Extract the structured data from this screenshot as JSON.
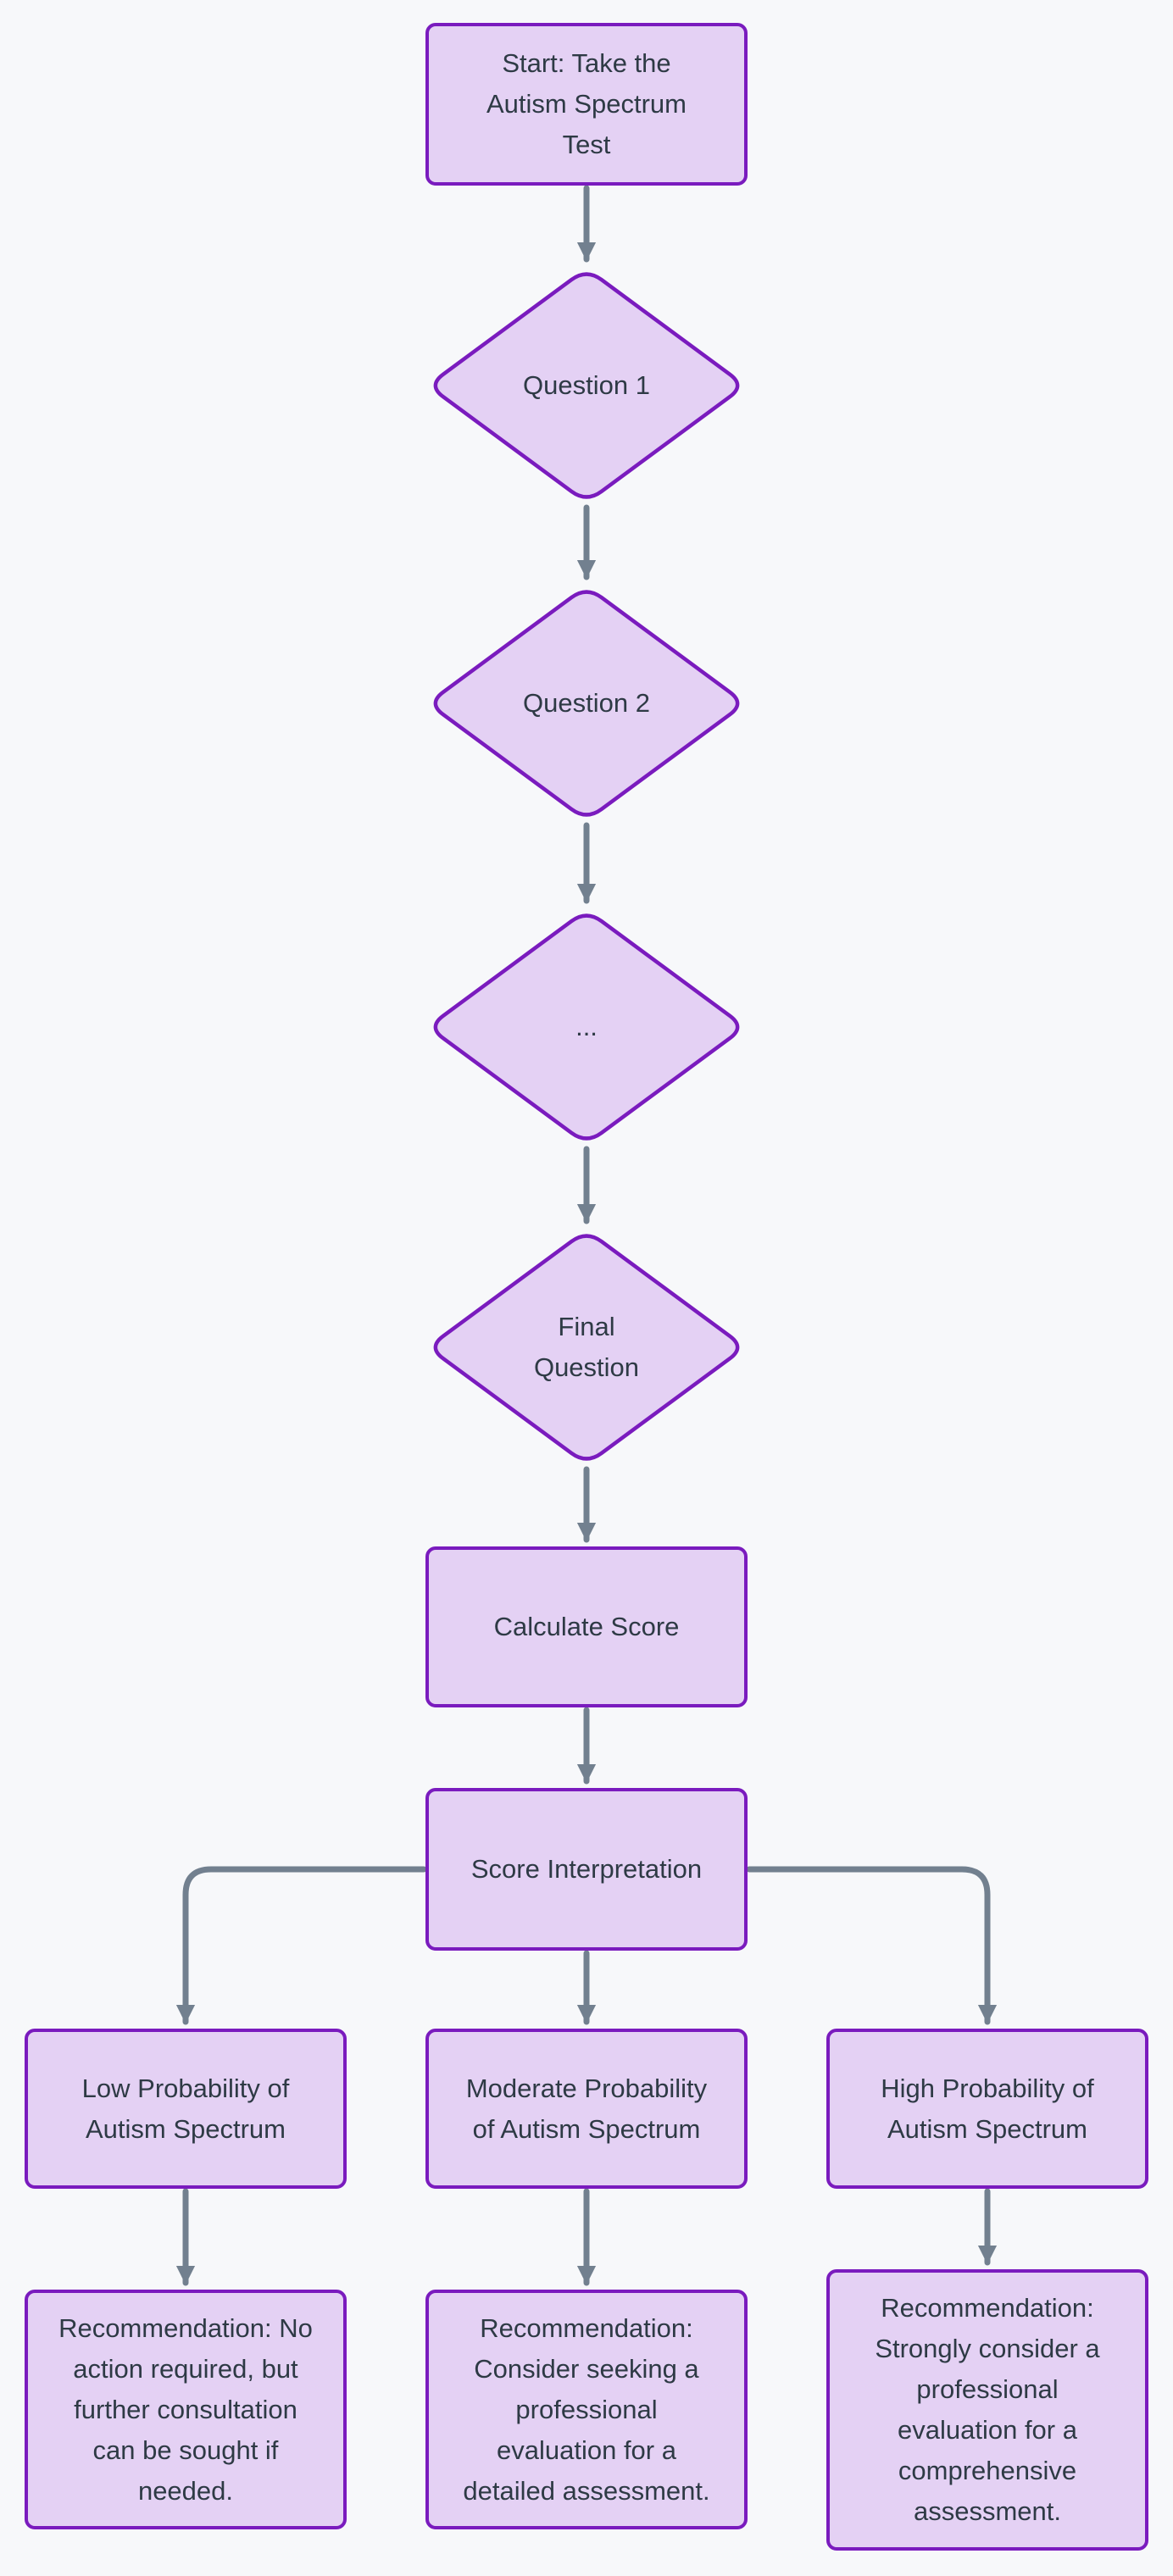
{
  "diagram": {
    "type": "flowchart",
    "direction": "top-down",
    "colors": {
      "background": "#f7f8fa",
      "node_fill": "#e4d1f4",
      "node_border": "#7a1bbe",
      "edge": "#72808f",
      "text": "#2e3a45"
    },
    "nodes": {
      "start": {
        "shape": "rounded-rect",
        "label": "Start: Take the\nAutism Spectrum\nTest"
      },
      "question1": {
        "shape": "diamond",
        "label": "Question 1"
      },
      "question2": {
        "shape": "diamond",
        "label": "Question 2"
      },
      "ellipsis": {
        "shape": "diamond",
        "label": "..."
      },
      "final_question": {
        "shape": "diamond",
        "label": "Final\nQuestion"
      },
      "calculate_score": {
        "shape": "rounded-rect",
        "label": "Calculate Score"
      },
      "score_interpretation": {
        "shape": "rounded-rect",
        "label": "Score Interpretation"
      },
      "low_probability": {
        "shape": "rounded-rect",
        "label": "Low Probability of\nAutism Spectrum"
      },
      "moderate_probability": {
        "shape": "rounded-rect",
        "label": "Moderate Probability\nof Autism Spectrum"
      },
      "high_probability": {
        "shape": "rounded-rect",
        "label": "High Probability of\nAutism Spectrum"
      },
      "low_recommendation": {
        "shape": "rounded-rect",
        "label": "Recommendation: No\naction required, but\nfurther consultation\ncan be sought if\nneeded."
      },
      "moderate_recommendation": {
        "shape": "rounded-rect",
        "label": "Recommendation:\nConsider seeking a\nprofessional\nevaluation for a\ndetailed assessment."
      },
      "high_recommendation": {
        "shape": "rounded-rect",
        "label": "Recommendation:\nStrongly consider a\nprofessional\nevaluation for a\ncomprehensive\nassessment."
      }
    },
    "edges": [
      {
        "from": "start",
        "to": "question1"
      },
      {
        "from": "question1",
        "to": "question2"
      },
      {
        "from": "question2",
        "to": "ellipsis"
      },
      {
        "from": "ellipsis",
        "to": "final_question"
      },
      {
        "from": "final_question",
        "to": "calculate_score"
      },
      {
        "from": "calculate_score",
        "to": "score_interpretation"
      },
      {
        "from": "score_interpretation",
        "to": "low_probability"
      },
      {
        "from": "score_interpretation",
        "to": "moderate_probability"
      },
      {
        "from": "score_interpretation",
        "to": "high_probability"
      },
      {
        "from": "low_probability",
        "to": "low_recommendation"
      },
      {
        "from": "moderate_probability",
        "to": "moderate_recommendation"
      },
      {
        "from": "high_probability",
        "to": "high_recommendation"
      }
    ]
  }
}
